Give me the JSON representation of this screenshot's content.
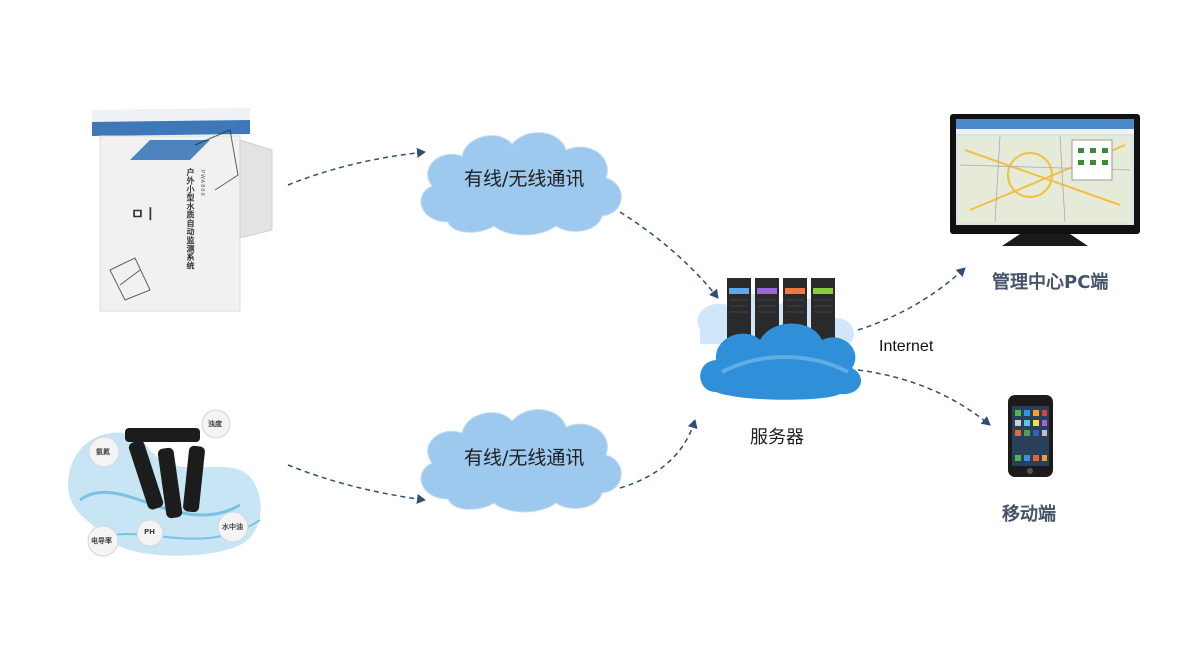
{
  "nodes": {
    "cloud_top": {
      "label": "有线/无线通讯"
    },
    "cloud_bottom": {
      "label": "有线/无线通讯"
    },
    "server": {
      "label": "服务器"
    },
    "internet": {
      "label": "Internet"
    },
    "pc": {
      "label": "管理中心PC端"
    },
    "mobile": {
      "label": "移动端"
    },
    "cabinet": {
      "vertical_text": "户外小型水质自动监测系统",
      "model_text": "PWA800",
      "front_mark": "ㅁㅣ"
    },
    "sensors": {
      "bubbles": [
        "氨氮",
        "浊度",
        "水中油",
        "PH",
        "电导率"
      ]
    }
  },
  "colors": {
    "arrow": "#2f4e7a",
    "cloud_fill": "#9dc9ee",
    "end_label": "#44546a",
    "cabinet_blue": "#3f78b8",
    "server_cloud": "#2f8fd8"
  }
}
